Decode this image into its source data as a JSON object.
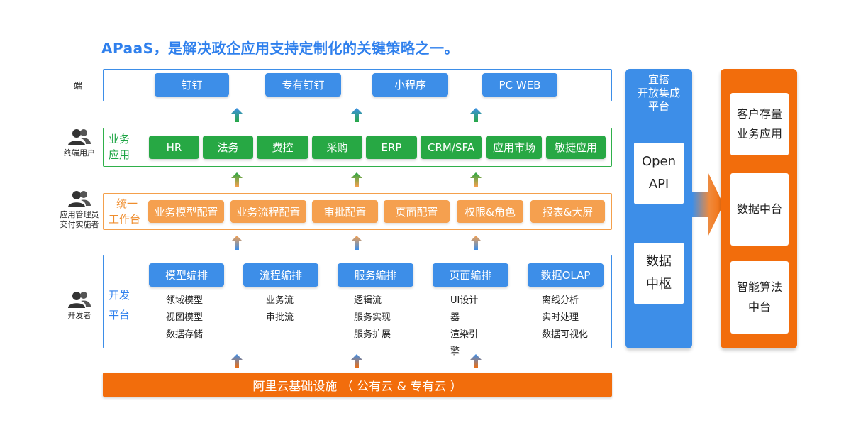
{
  "title": "APaaS，是解决政企应用支持定制化的关键策略之一。",
  "roles": {
    "terminal": "端",
    "end_users": "终端用户",
    "app_managers_line1": "应用管理员",
    "app_managers_line2": "交付实施者",
    "developers": "开发者"
  },
  "terminal_layer": {
    "items": [
      "钉钉",
      "专有钉钉",
      "小程序",
      "PC WEB"
    ]
  },
  "business_layer": {
    "label_line1": "业务",
    "label_line2": "应用",
    "items": [
      "HR",
      "法务",
      "费控",
      "采购",
      "ERP",
      "CRM/SFA",
      "应用市场",
      "敏捷应用"
    ]
  },
  "workbench_layer": {
    "label_line1": "统一",
    "label_line2": "工作台",
    "items": [
      "业务模型配置",
      "业务流程配置",
      "审批配置",
      "页面配置",
      "权限&角色",
      "报表&大屏"
    ]
  },
  "dev_layer": {
    "label_line1": "开发",
    "label_line2": "平台",
    "columns": [
      {
        "header": "模型编排",
        "items": [
          "领域模型",
          "视图模型",
          "数据存储"
        ]
      },
      {
        "header": "流程编排",
        "items": [
          "业务流",
          "审批流"
        ]
      },
      {
        "header": "服务编排",
        "items": [
          "逻辑流",
          "服务实现",
          "服务扩展"
        ]
      },
      {
        "header": "页面编排",
        "items": [
          "UI设计",
          "器",
          "渲染引",
          "擎"
        ]
      },
      {
        "header": "数据OLAP",
        "items": [
          "离线分析",
          "实时处理",
          "数据可视化"
        ]
      }
    ]
  },
  "infrastructure": "阿里云基础设施 （ 公有云 & 专有云 ）",
  "integration_column": {
    "title_line1": "宜搭",
    "title_line2": "开放集成",
    "title_line3": "平台",
    "box1_line1": "Open",
    "box1_line2": "API",
    "box2_line1": "数据",
    "box2_line2": "中枢"
  },
  "platform_column": {
    "box1_line1": "客户存量",
    "box1_line2": "业务应用",
    "box2": "数据中台",
    "box3_line1": "智能算法",
    "box3_line2": "中台"
  },
  "colors": {
    "title_blue": "#2f80ed",
    "blue": "#3d8ee8",
    "green": "#27a844",
    "orange_light": "#f5a04f",
    "orange_dark": "#f26d0c"
  }
}
